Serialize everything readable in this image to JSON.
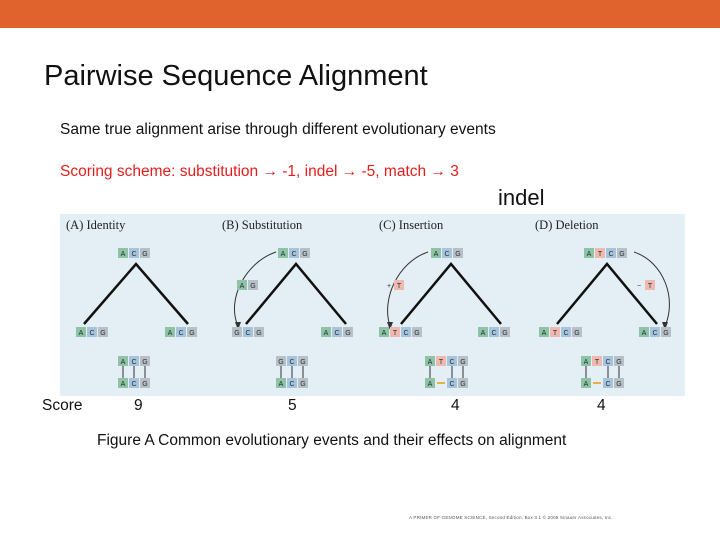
{
  "slide": {
    "title": "Pairwise Sequence Alignment",
    "subtitle": "Same true alignment arise through different evolutionary events",
    "scoring_scheme": "Scoring scheme: substitution → -1, indel → -5, match → 3",
    "indel_label": "indel",
    "score_label": "Score",
    "caption": "Figure A  Common evolutionary events and their effects on alignment",
    "credit": "A PRIMER OF GENOME SCIENCE, Second Edition, Box 3.1 © 2005 Sinauer Associates, Inc."
  },
  "panels": [
    {
      "title": "(A) Identity",
      "score": "9"
    },
    {
      "title": "(B) Substitution",
      "score": "5"
    },
    {
      "title": "(C) Insertion",
      "score": "4"
    },
    {
      "title": "(D) Deletion",
      "score": "4"
    }
  ],
  "colors": {
    "accent_bar": "#e0622c",
    "scoring_text": "#e31d1d",
    "figure_bg": "#e4eef5",
    "base_A": "#8fc3a5",
    "base_C": "#a7c4dc",
    "base_G": "#b8c0c6",
    "base_T": "#f0b9b0"
  }
}
